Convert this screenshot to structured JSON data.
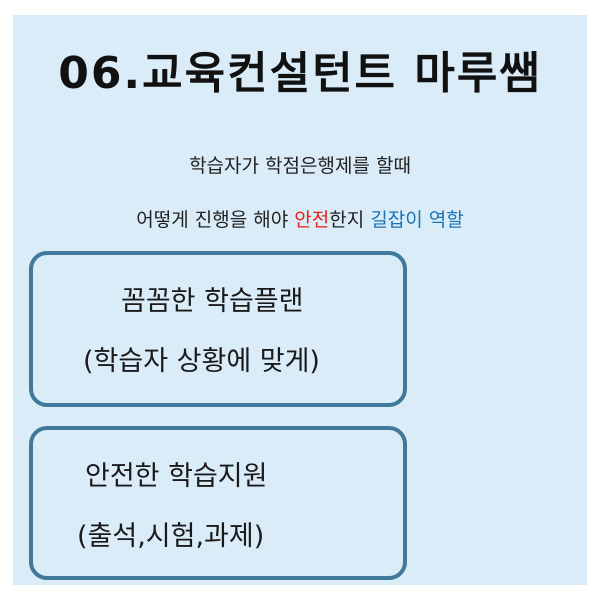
{
  "title": "06.교육컨설턴트 마루쌤",
  "intro": {
    "line1": "학습자가 학점은행제를 할때",
    "line2": {
      "part1": "어떻게 진행을 해야 ",
      "red": "안전",
      "part2": "한지 ",
      "blue1": "길잡이",
      "space": " ",
      "blue2": "역할"
    }
  },
  "boxes": [
    {
      "line1": "꼼꼼한 학습플랜",
      "line2": "(학습자 상황에 맞게)"
    },
    {
      "line1": "안전한 학습지원",
      "line2": "(출석,시험,과제)"
    }
  ],
  "colors": {
    "background": "#daecf8",
    "border": "#3f7a9a",
    "highlight_red": "#e8211a",
    "highlight_blue": "#1b73b6"
  }
}
